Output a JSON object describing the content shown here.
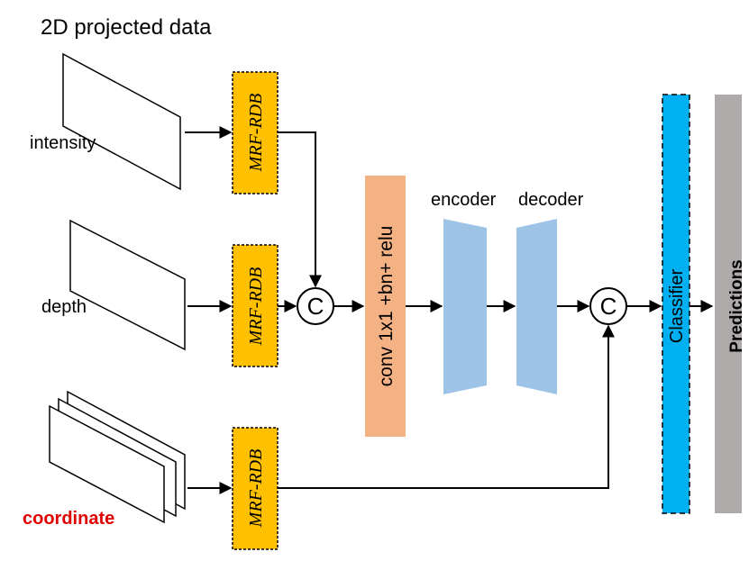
{
  "header": {
    "title": "2D projected data"
  },
  "inputs": {
    "intensity": "intensity",
    "depth": "depth",
    "coordinate": "coordinate"
  },
  "blocks": {
    "mrf_rdb": "MRF-RDB",
    "conv": "conv 1x1 +bn+ relu",
    "encoder": "encoder",
    "decoder": "decoder",
    "concat": "C",
    "classifier": "Classifier",
    "predictions": "Predictions"
  },
  "colors": {
    "mrf_rdb_fill": "#FFC000",
    "conv_fill": "#F4B183",
    "encdec_fill": "#9DC3E6",
    "classifier_fill": "#00B0F0",
    "predictions_fill": "#AEAAAA",
    "coordinate_text": "#E00000",
    "line": "#000000"
  }
}
